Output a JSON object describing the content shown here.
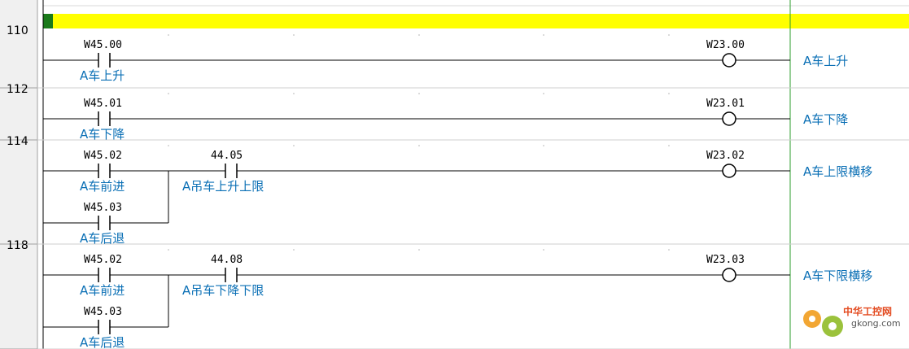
{
  "editor": {
    "section_marker_color": "#ffff00",
    "section_marker_block_color": "#1a7a1a",
    "line_color": "#000000",
    "comment_color": "#0a6fb5",
    "rail_color": "#2e9e2e"
  },
  "rungs": [
    {
      "number": "110",
      "branches": [
        {
          "address": "W45.00",
          "comment": "A车上升"
        }
      ],
      "series": null,
      "output": {
        "address": "W23.00",
        "comment": "A车上升"
      }
    },
    {
      "number": "112",
      "branches": [
        {
          "address": "W45.01",
          "comment": "A车下降"
        }
      ],
      "series": null,
      "output": {
        "address": "W23.01",
        "comment": "A车下降"
      }
    },
    {
      "number": "114",
      "branches": [
        {
          "address": "W45.02",
          "comment": "A车前进"
        },
        {
          "address": "W45.03",
          "comment": "A车后退"
        }
      ],
      "series": {
        "address": "44.05",
        "comment": "A吊车上升上限"
      },
      "output": {
        "address": "W23.02",
        "comment": "A车上限横移"
      }
    },
    {
      "number": "118",
      "branches": [
        {
          "address": "W45.02",
          "comment": "A车前进"
        },
        {
          "address": "W45.03",
          "comment": "A车后退"
        }
      ],
      "series": {
        "address": "44.08",
        "comment": "A吊车下降下限"
      },
      "output": {
        "address": "W23.03",
        "comment": "A车下限横移"
      }
    }
  ],
  "watermark": {
    "brand": "中华工控网",
    "url": "gkong.com"
  }
}
